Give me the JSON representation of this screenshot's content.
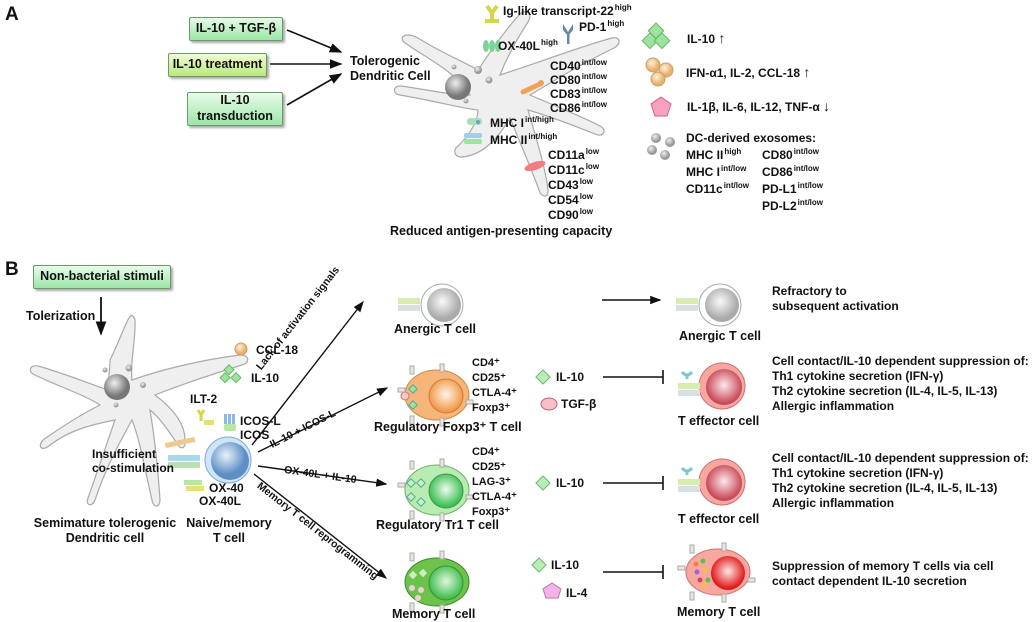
{
  "panelA": {
    "label": "A",
    "inputs": [
      "IL-10 + TGF-β",
      "IL-10 treatment",
      "IL-10",
      "transduction"
    ],
    "target_line1": "Tolerogenic",
    "target_line2": "Dendritic Cell",
    "surface_markers": [
      {
        "name": "Ig-like transcript-22",
        "level": "high"
      },
      {
        "name": "PD-1",
        "level": "high"
      },
      {
        "name": "OX-40L",
        "level": "high"
      },
      {
        "name": "CD40",
        "level": "int/low"
      },
      {
        "name": "CD80",
        "level": "int/low"
      },
      {
        "name": "CD83",
        "level": "int/low"
      },
      {
        "name": "CD86",
        "level": "int/low"
      },
      {
        "name": "MHC I",
        "level": "int/high"
      },
      {
        "name": "MHC II",
        "level": "int/high"
      },
      {
        "name": "CD11a",
        "level": "low"
      },
      {
        "name": "CD11c",
        "level": "low"
      },
      {
        "name": "CD43",
        "level": "low"
      },
      {
        "name": "CD54",
        "level": "low"
      },
      {
        "name": "CD90",
        "level": "low"
      }
    ],
    "caption": "Reduced antigen-presenting capacity",
    "legend": [
      {
        "icon": "green-diamond-icon",
        "text": "IL-10",
        "trend": "↑"
      },
      {
        "icon": "orange-sphere-icon",
        "text": "IFN-α1, IL-2, CCL-18",
        "trend": "↑"
      },
      {
        "icon": "pink-pentagon-icon",
        "text": "IL-1β, IL-6, IL-12, TNF-α",
        "trend": "↓"
      }
    ],
    "exosomes": {
      "title": "DC-derived exosomes:",
      "markers": [
        {
          "name": "MHC II",
          "level": "high"
        },
        {
          "name": "CD80",
          "level": "int/low"
        },
        {
          "name": "MHC I",
          "level": "int/low"
        },
        {
          "name": "CD86",
          "level": "int/low"
        },
        {
          "name": "CD11c",
          "level": "int/low"
        },
        {
          "name": "PD-L1",
          "level": "int/low"
        },
        {
          "name": "PD-L2",
          "level": "int/low"
        }
      ]
    }
  },
  "panelB": {
    "label": "B",
    "stimulus": "Non-bacterial stimuli",
    "tolerization": "Tolerization",
    "dc_label_1": "Semimature tolerogenic",
    "dc_label_2": "Dendritic cell",
    "tcell_label_1": "Naive/memory",
    "tcell_label_2": "T cell",
    "cytokines": [
      "CCL-18",
      "IL-10"
    ],
    "receptors": [
      "ILT-2",
      "ICOS-L",
      "ICOS",
      "OX-40",
      "OX-40L"
    ],
    "insufficient_1": "Insufficient",
    "insufficient_2": "co-stimulation",
    "paths": [
      "Lack of activation signals",
      "IL-10 + ICOS-L",
      "OX-40L + IL-10",
      "Memory T cell reprogramming"
    ],
    "cells": {
      "anergic": "Anergic T cell",
      "foxp3": "Regulatory Foxp3⁺ T cell",
      "tr1": "Regulatory Tr1 T cell",
      "memory": "Memory T cell"
    },
    "foxp3_markers": [
      "CD4⁺",
      "CD25⁺",
      "CTLA-4⁺",
      "Foxp3⁺"
    ],
    "tr1_markers": [
      "CD4⁺",
      "CD25⁺",
      "LAG-3⁺",
      "CTLA-4⁺",
      "Foxp3⁺"
    ],
    "mediators": {
      "foxp3": [
        "IL-10",
        "TGF-β"
      ],
      "tr1": [
        "IL-10"
      ],
      "memory": [
        "IL-10",
        "IL-4"
      ]
    },
    "targets": {
      "anergic": "Anergic T cell",
      "effector1": "T effector cell",
      "effector2": "T effector cell",
      "memory": "Memory T cell"
    },
    "outcomes": {
      "anergic": [
        "Refractory to",
        "subsequent activation"
      ],
      "foxp3": [
        "Cell contact/IL-10 dependent suppression of:",
        "Th1 cytokine secretion (IFN-γ)",
        "Th2 cytokine secretion (IL-4, IL-5, IL-13)",
        "Allergic inflammation"
      ],
      "tr1": [
        "Cell contact/IL-10 dependent suppression of:",
        "Th1 cytokine secretion (IFN-γ)",
        "Th2 cytokine secretion (IL-4, IL-5, IL-13)",
        "Allergic inflammation"
      ],
      "memory": [
        "Suppression of memory T cells via cell",
        "contact dependent IL-10 secretion"
      ]
    }
  }
}
